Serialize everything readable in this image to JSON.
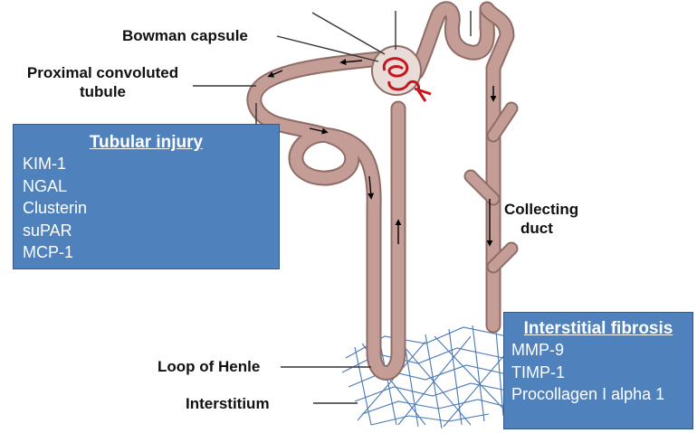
{
  "labels": {
    "bowman_capsule": "Bowman capsule",
    "proximal_convoluted_tubule": [
      "Proximal convoluted",
      "tubule"
    ],
    "collecting_duct": [
      "Collecting",
      "duct"
    ],
    "loop_of_henle": "Loop of Henle",
    "interstitium": "Interstitium"
  },
  "tubular_injury": {
    "title": "Tubular injury",
    "markers": [
      "KIM-1",
      "NGAL",
      "Clusterin",
      "suPAR",
      "MCP-1"
    ]
  },
  "interstitial_fibrosis": {
    "title": "Interstitial fibrosis",
    "markers": [
      "MMP-9",
      "TIMP-1",
      "Procollagen I alpha 1"
    ]
  },
  "colors": {
    "tubule": "#c59d97",
    "tubule_outline": "#8f6d66",
    "glomerulus": "#c4161c",
    "interstitium_mesh": "#4a78b5",
    "box_fill": "#4f81bd",
    "box_text": "#ffffff"
  }
}
